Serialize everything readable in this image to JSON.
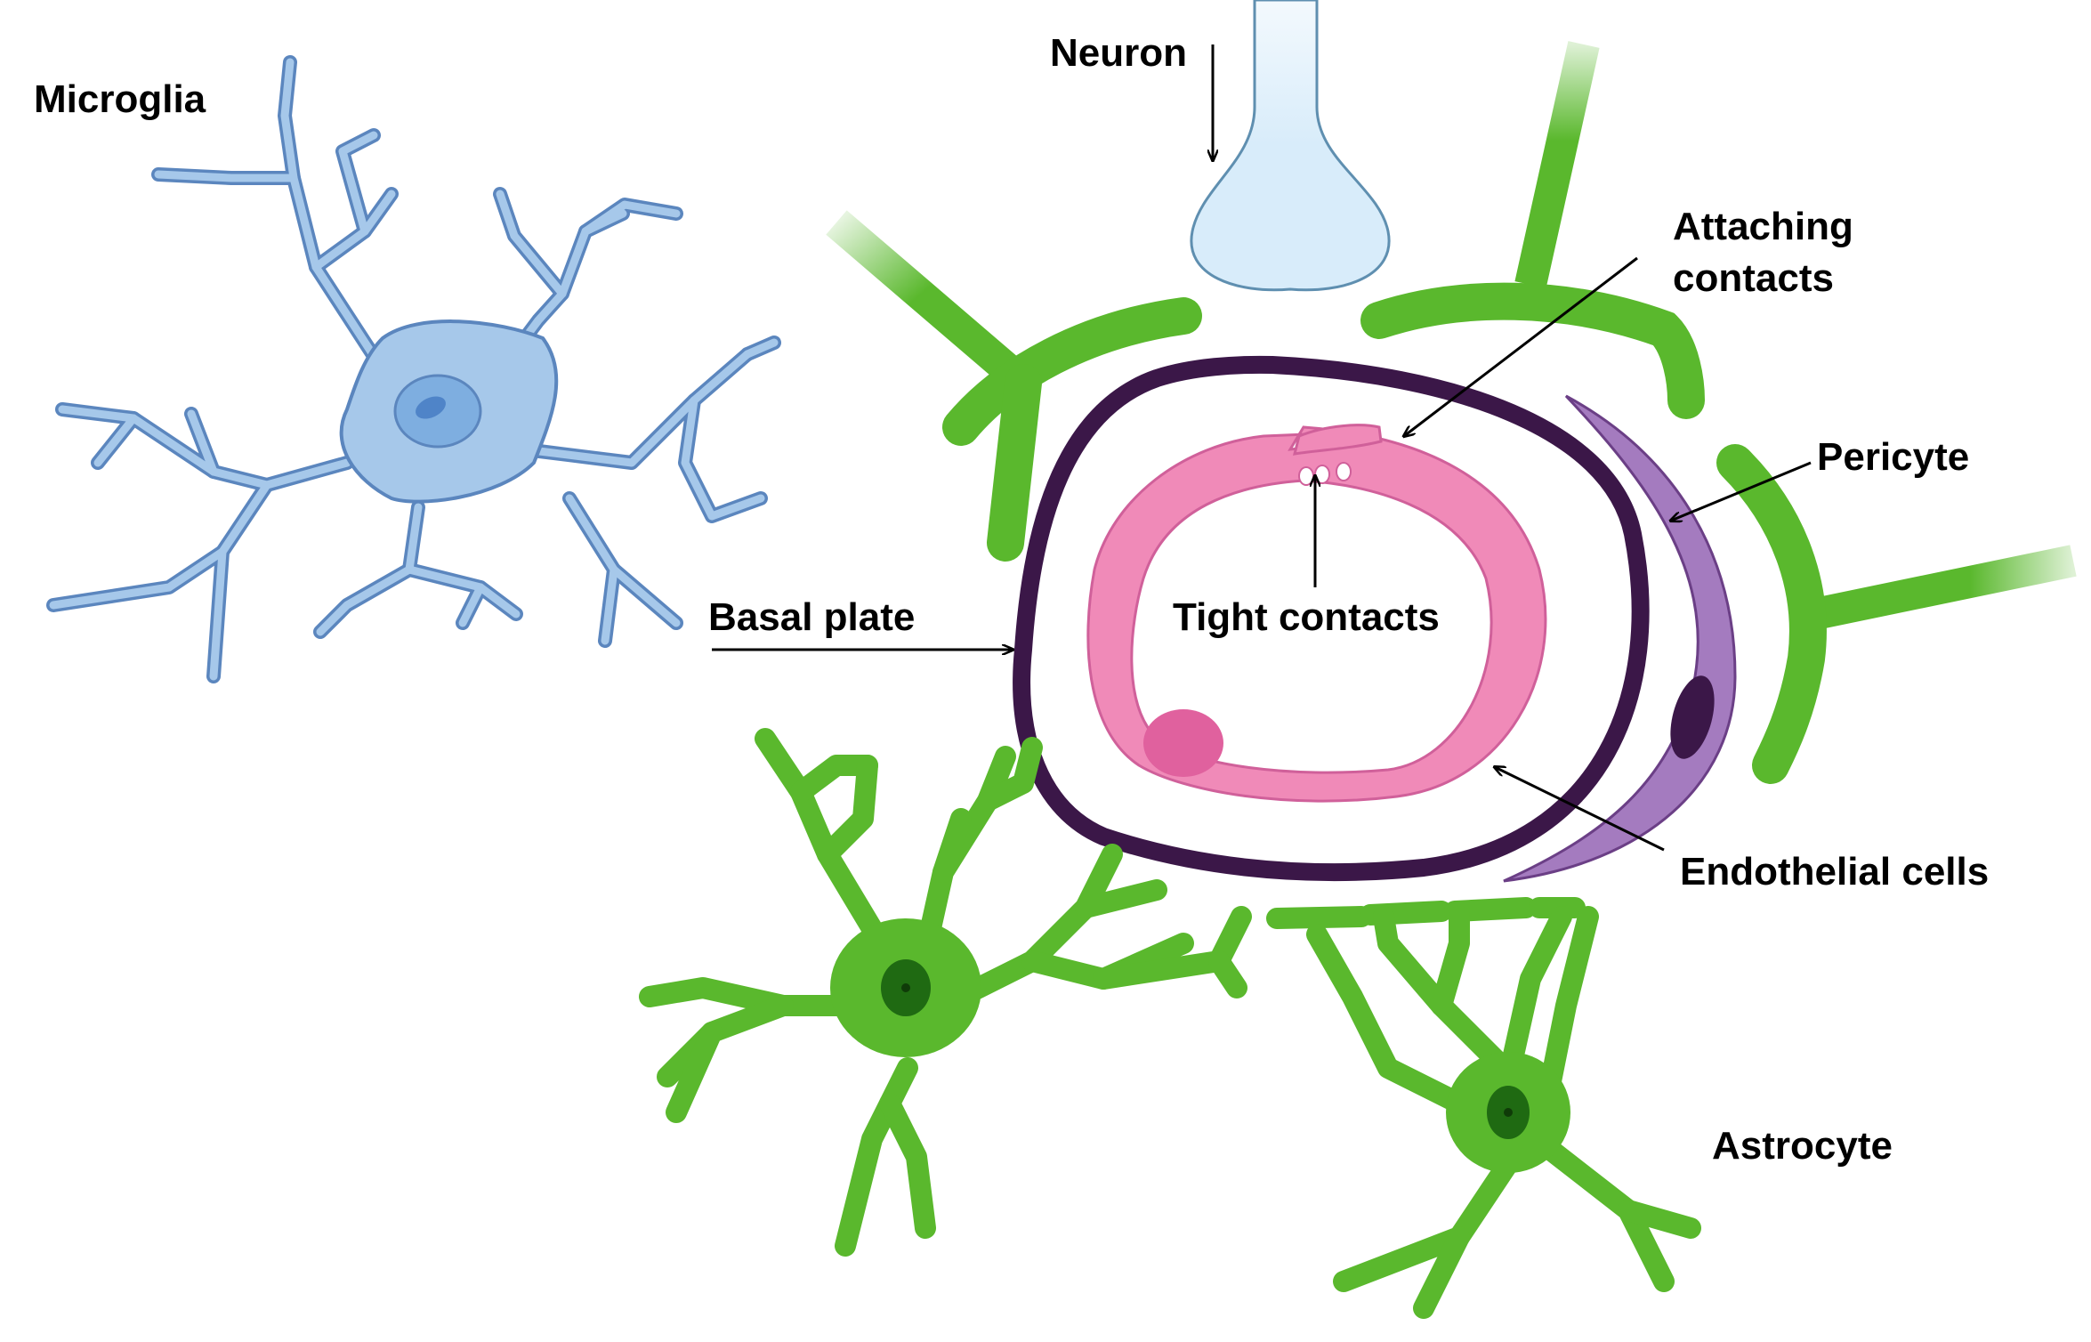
{
  "labels": {
    "microglia": "Microglia",
    "neuron": "Neuron",
    "attaching_line1": "Attaching",
    "attaching_line2": "contacts",
    "pericyte": "Pericyte",
    "basal_plate": "Basal plate",
    "tight_contacts": "Tight contacts",
    "endothelial_cells": "Endothelial cells",
    "astrocyte": "Astrocyte"
  },
  "colors": {
    "microglia_fill": "#a6c8ea",
    "microglia_stroke": "#5b86be",
    "microglia_nucleus": "#6b9fd8",
    "neuron_fill": "#d8ecfa",
    "neuron_stroke": "#5f8fb0",
    "astrocyte_green": "#5ab82d",
    "astrocyte_stroke": "#3c8a1c",
    "astrocyte_nucleus": "#1f6a12",
    "basal_plate": "#3b1748",
    "endothelium": "#f08ab8",
    "endothelium_stroke": "#d0609a",
    "endothelium_nucleus": "#e0619e",
    "pericyte_fill": "#a47bbf",
    "pericyte_stroke": "#6b3f86",
    "pericyte_nucleus": "#3b1748"
  }
}
